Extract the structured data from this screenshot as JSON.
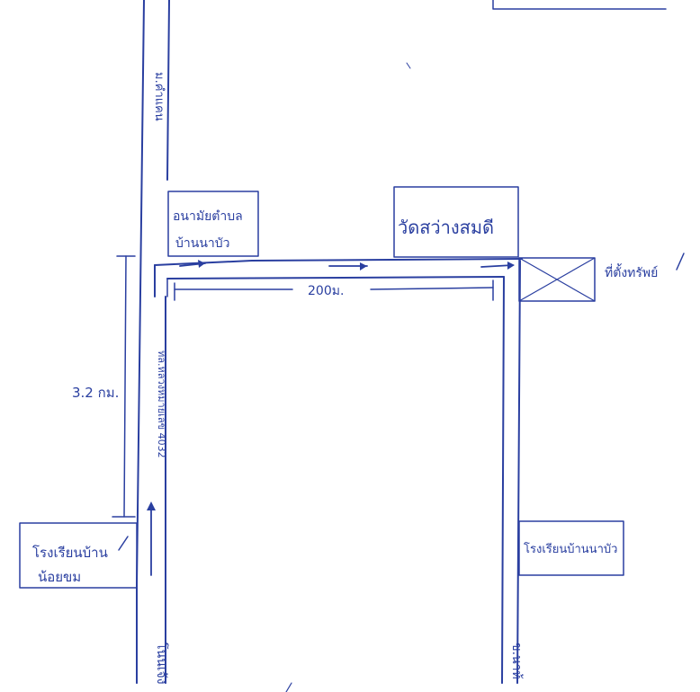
{
  "roads": {
    "north_road_label": "ม.คำแคน",
    "main_road_label": "ทล.หลวงหมายเลข 4032",
    "south_left_label": "โนนเจ้ง",
    "south_right_label": "ข.นาห้"
  },
  "places": {
    "health_station": {
      "line1": "อนามัยตำบล",
      "line2": "บ้านนาบัว"
    },
    "temple": "วัดสว่างสมดี",
    "office_site": "ที่ตั้งทรัพย์",
    "school_left": {
      "line1": "โรงเรียนบ้าน",
      "line2": "น้อยขม"
    },
    "school_right": "โรงเรียนบ้านนาบัว"
  },
  "distances": {
    "vertical": "3.2 กม.",
    "horizontal": "200ม."
  },
  "colors": {
    "ink": "#2a3fa0"
  }
}
